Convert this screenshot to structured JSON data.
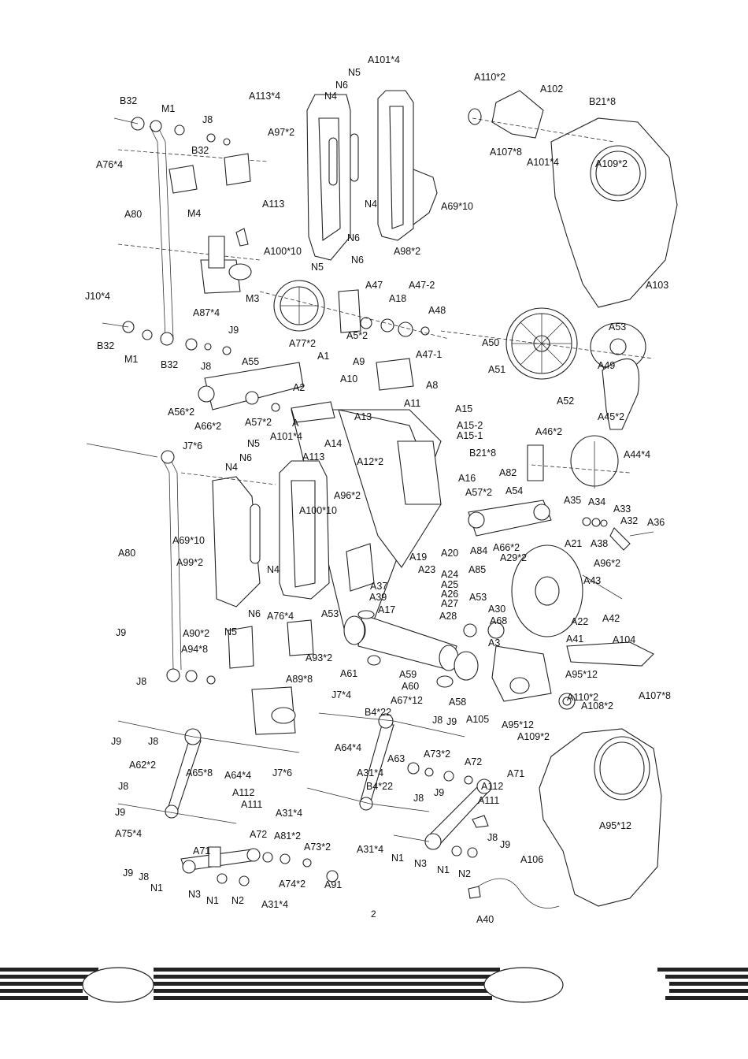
{
  "page_number": "2",
  "labels": [
    "A101*4",
    "N5",
    "N6",
    "A113*4",
    "N4",
    "A97*2",
    "A113",
    "N4",
    "N6",
    "A100*10",
    "N5",
    "N6",
    "A98*2",
    "A69*10",
    "B32",
    "M1",
    "J8",
    "B32",
    "A76*4",
    "A80",
    "M4",
    "M3",
    "A87*4",
    "J10*4",
    "B32",
    "M1",
    "B32",
    "J8",
    "J9",
    "A110*2",
    "A102",
    "B21*8",
    "A107*8",
    "A101*4",
    "A109*2",
    "A103",
    "A47",
    "A47-2",
    "A18",
    "A48",
    "A77*2",
    "A5*2",
    "A47-1",
    "A9",
    "A8",
    "A1",
    "A2",
    "A10",
    "A50",
    "A51",
    "A53",
    "A49",
    "A52",
    "A55",
    "A56*2",
    "A66*2",
    "A57*2",
    "A",
    "A11",
    "A13",
    "A15",
    "A15-2",
    "A15-1",
    "A14",
    "A12*2",
    "B21*8",
    "A16",
    "J7*6",
    "N5",
    "N6",
    "N4",
    "A101*4",
    "A113",
    "A96*2",
    "A100*10",
    "A80",
    "A69*10",
    "A99*2",
    "N4",
    "N6",
    "A76*4",
    "N5",
    "A53",
    "J9",
    "A90*2",
    "A94*8",
    "J8",
    "A93*2",
    "A89*8",
    "A45*2",
    "A46*2",
    "A44*4",
    "A82",
    "A35",
    "A34",
    "A33",
    "A32",
    "A36",
    "A54",
    "A57*2",
    "A66*2",
    "A84",
    "A21",
    "A38",
    "A29*2",
    "A19",
    "A20",
    "A85",
    "A96*2",
    "A23",
    "A24",
    "A25",
    "A26",
    "A27",
    "A37",
    "A39",
    "A17",
    "A28",
    "A53",
    "A30",
    "A68",
    "A43",
    "A22",
    "A42",
    "A41",
    "A104",
    "A3",
    "A95*12",
    "A107*8",
    "A61",
    "A59",
    "A60",
    "A58",
    "A110*2",
    "A108*2",
    "A105",
    "A95*12",
    "A109*2",
    "J7*4",
    "B4*22",
    "A67*12",
    "J8",
    "J9",
    "A64*4",
    "A63",
    "A73*2",
    "A72",
    "A71",
    "B4*22",
    "J8",
    "J9",
    "A112",
    "A111",
    "J9",
    "J8",
    "A62*2",
    "A65*8",
    "A64*4",
    "J7*6",
    "A112",
    "A111",
    "A31*4",
    "J8",
    "J9",
    "A75*4",
    "A31*4",
    "A81*2",
    "A73*2",
    "A72",
    "A71",
    "J9",
    "J8",
    "N1",
    "N3",
    "N1",
    "N2",
    "A74*2",
    "A91",
    "A31*4",
    "A31*4",
    "N1",
    "N3",
    "N1",
    "N2",
    "J8",
    "J9",
    "A95*12",
    "A106",
    "A40"
  ]
}
